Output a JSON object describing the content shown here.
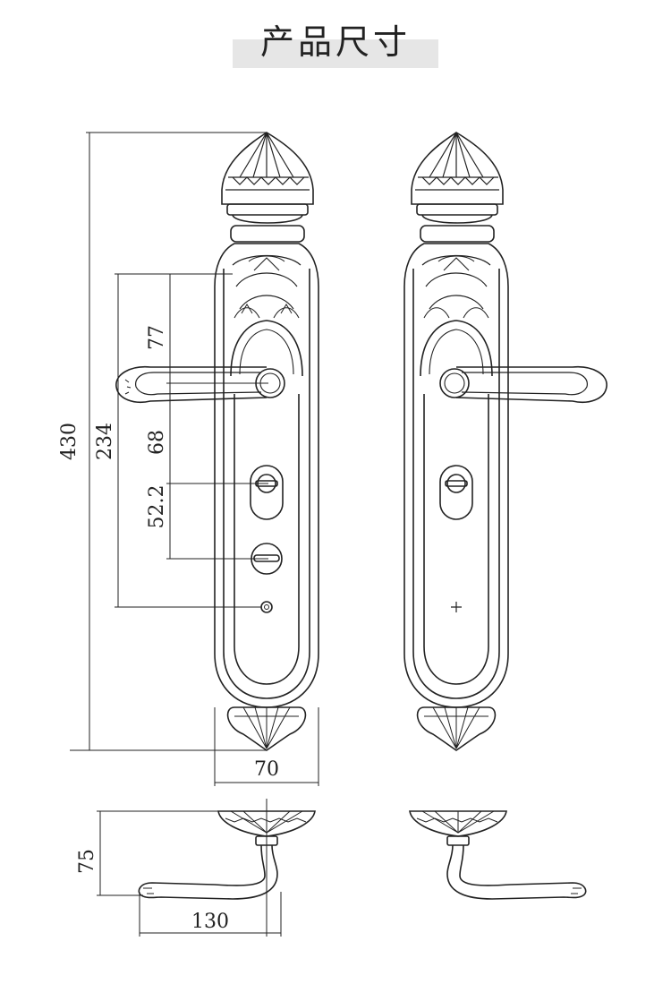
{
  "title": "产品尺寸",
  "colors": {
    "line": "#222222",
    "band": "#e6e6e6"
  },
  "dimensions": {
    "total_height": "430",
    "handle_to_hole": "234",
    "rose_to_handle": "77",
    "handle_to_cylinder": "68",
    "cylinder_to_thumbturn": "52.2",
    "plate_width": "70",
    "projection": "75",
    "handle_length": "130"
  }
}
